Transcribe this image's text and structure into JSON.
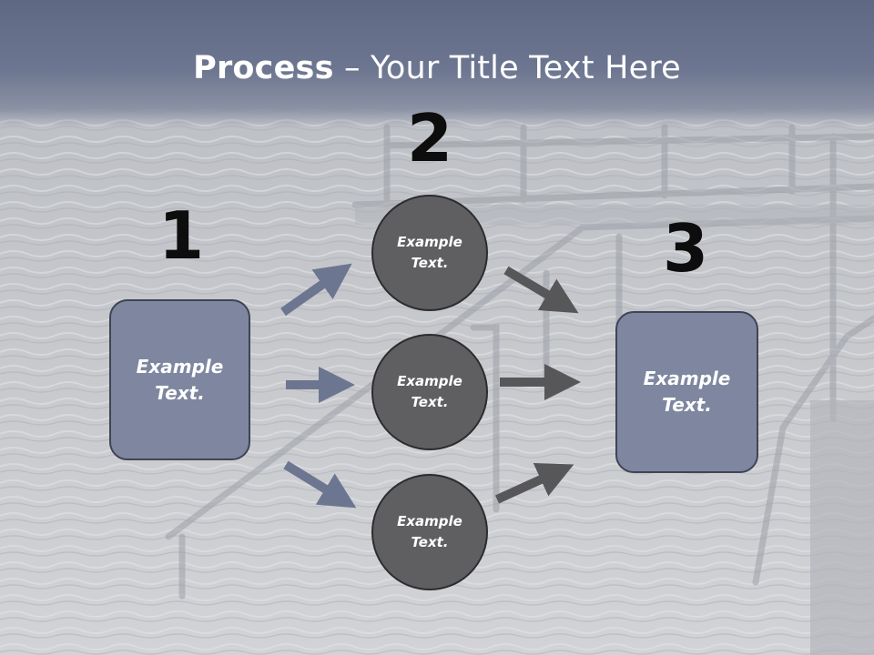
{
  "title": {
    "bold": "Process",
    "rest": " – Your Title Text Here"
  },
  "steps": [
    {
      "number": "1",
      "text": "Example Text."
    },
    {
      "number": "2",
      "text": "Example Text."
    },
    {
      "number": "3",
      "text": "Example Text."
    }
  ],
  "circles": [
    {
      "text": "Example Text."
    },
    {
      "text": "Example Text."
    },
    {
      "text": "Example Text."
    }
  ],
  "colors": {
    "box_fill": "#7e879f",
    "circle_fill": "#5f5f61",
    "arrow_left": "#6d7690",
    "arrow_right": "#575759",
    "title_band": "#66708a"
  }
}
